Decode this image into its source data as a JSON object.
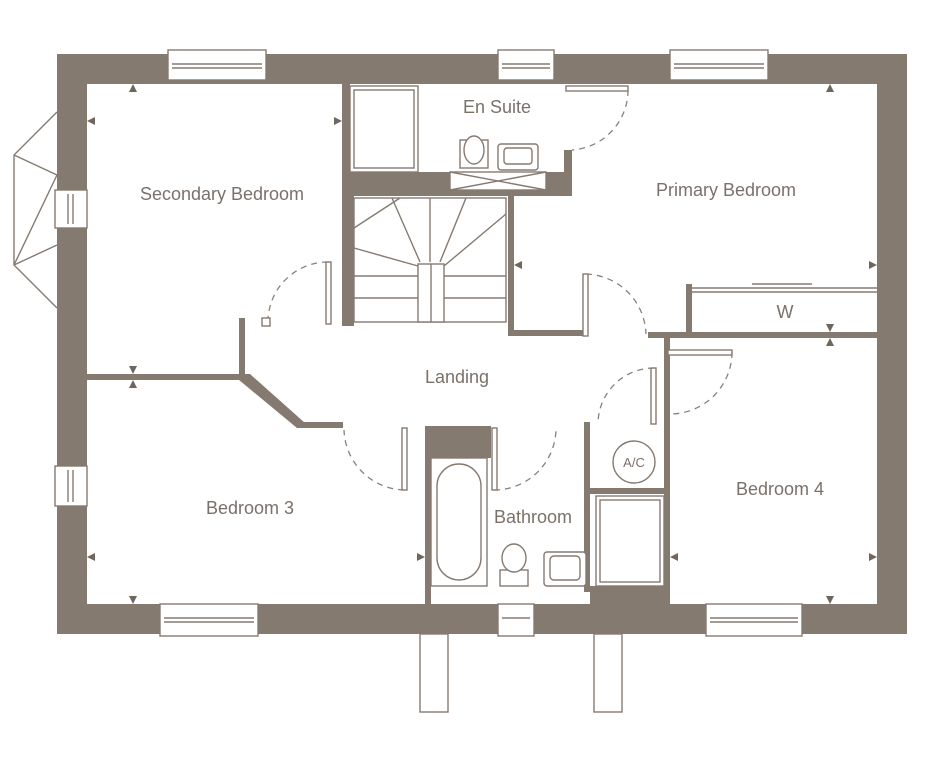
{
  "rooms": {
    "en_suite": "En Suite",
    "secondary_bedroom": "Secondary Bedroom",
    "primary_bedroom": "Primary Bedroom",
    "wardrobe": "W",
    "landing": "Landing",
    "bedroom_3": "Bedroom 3",
    "bathroom": "Bathroom",
    "bedroom_4": "Bedroom 4",
    "airing_cupboard": "A/C"
  },
  "colors": {
    "wall": "#857a70",
    "text": "#7a7169",
    "background": "#ffffff"
  }
}
